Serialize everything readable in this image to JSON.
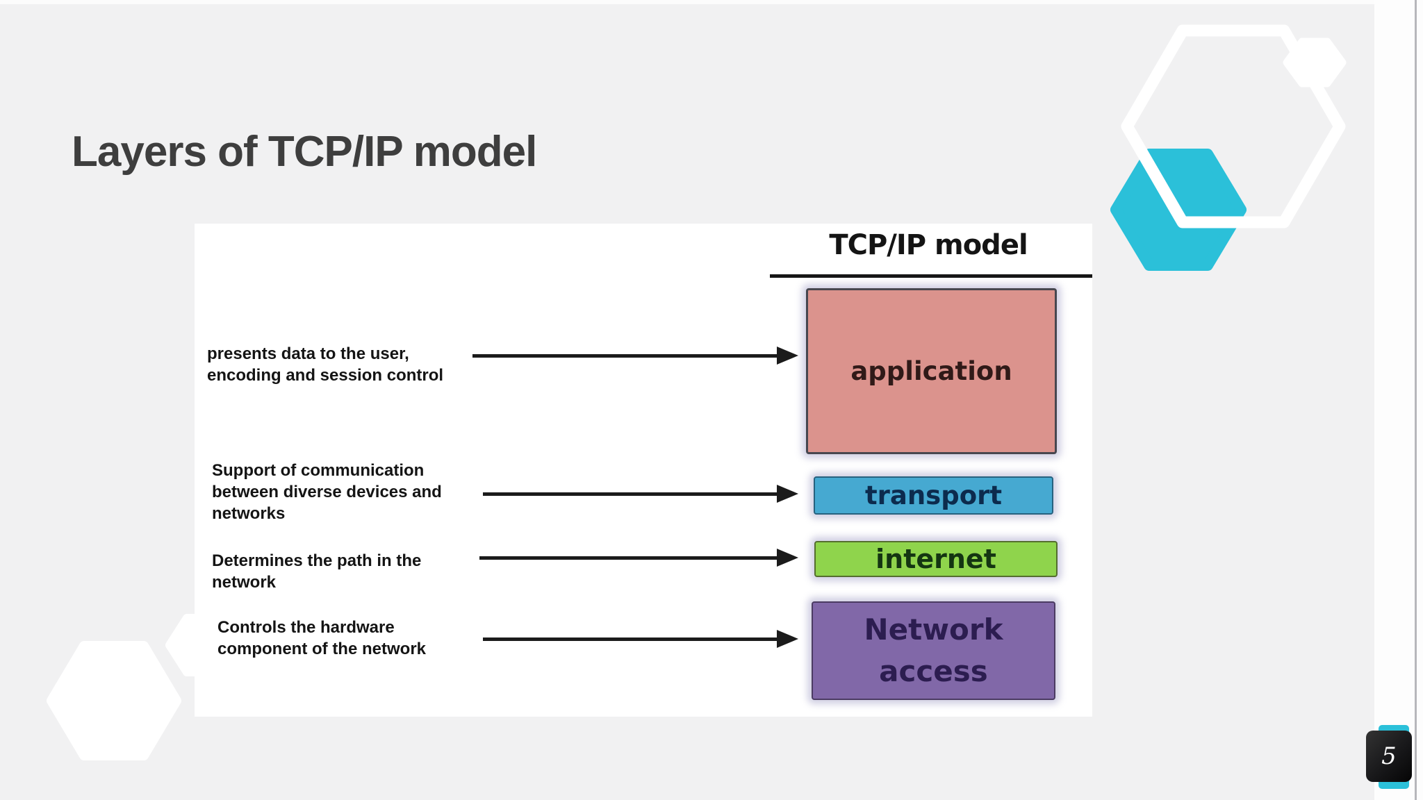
{
  "slide": {
    "title": "Layers of TCP/IP model",
    "page_number": "5",
    "background_color": "#f1f1f2",
    "accent_color": "#2bc0d9",
    "title_color": "#3e3e3e"
  },
  "diagram": {
    "header": "TCP/IP model",
    "layers": [
      {
        "label": "application",
        "description": "presents data to the user,\nencoding and session control",
        "fill": "#db938d",
        "text_color": "#301a18"
      },
      {
        "label": "transport",
        "description": "Support of communication\nbetween diverse devices and\nnetworks",
        "fill": "#46a9d1",
        "text_color": "#0c2b4d"
      },
      {
        "label": "internet",
        "description": "Determines the path in the\nnetwork",
        "fill": "#8fd44c",
        "text_color": "#143512"
      },
      {
        "label": "Network\naccess",
        "description": "Controls the hardware\ncomponent of the network",
        "fill": "#8168a8",
        "text_color": "#2c1d50"
      }
    ]
  }
}
